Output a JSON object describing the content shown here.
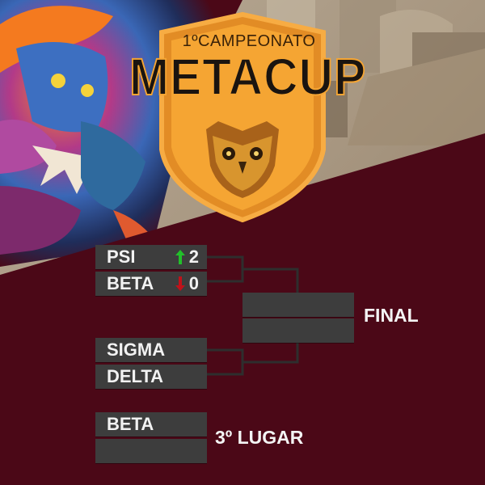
{
  "event": {
    "edition": "1ºCAMPEONATO",
    "name": "METACUP"
  },
  "bracket": {
    "semifinal_1": {
      "team_a": {
        "name": "PSI",
        "score": "2",
        "trend": "up"
      },
      "team_b": {
        "name": "BETA",
        "score": "0",
        "trend": "down"
      }
    },
    "semifinal_2": {
      "team_a": {
        "name": "SIGMA"
      },
      "team_b": {
        "name": "DELTA"
      }
    },
    "final": {
      "label": "FINAL",
      "team_a": "",
      "team_b": ""
    },
    "third_place": {
      "label": "3º LUGAR",
      "team_a": "BETA",
      "team_b": ""
    }
  },
  "colors": {
    "background": "#4b0817",
    "slot": "#3d3d3d",
    "connector": "#2f2f2f",
    "win_arrow": "#22c02a",
    "loss_arrow": "#c0121a",
    "shield_orange": "#f5a533",
    "shield_border": "#d98420"
  }
}
